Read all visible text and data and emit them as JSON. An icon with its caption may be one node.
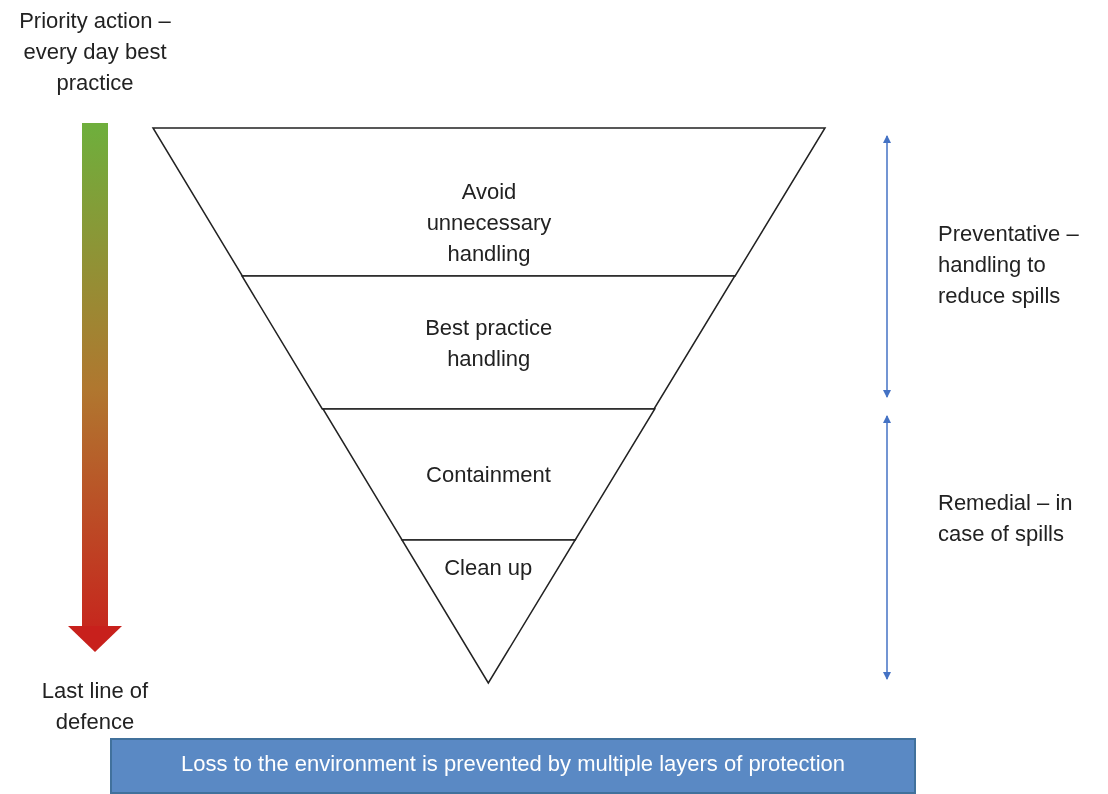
{
  "diagram": {
    "nodes": [
      {
        "text": [
          "Priority action – every day best practice"
        ]
      },
      {
        "text": [
          "Last line of defence"
        ]
      },
      {
        "text": [
          "Avoid unnecessary handling"
        ]
      },
      {
        "text": [
          "Best practice handling"
        ]
      },
      {
        "text": [
          "Containment"
        ]
      },
      {
        "text": [
          "Clean up"
        ]
      },
      {
        "text": [
          "Loss to the environment is prevented by multiple layers of protection"
        ]
      }
    ],
    "edges": [
      {
        "from": 0,
        "to": 1,
        "arrow": "to"
      }
    ],
    "labels": [
      "Preventative – handling to reduce spills",
      "Remedial – in case of spills"
    ]
  }
}
